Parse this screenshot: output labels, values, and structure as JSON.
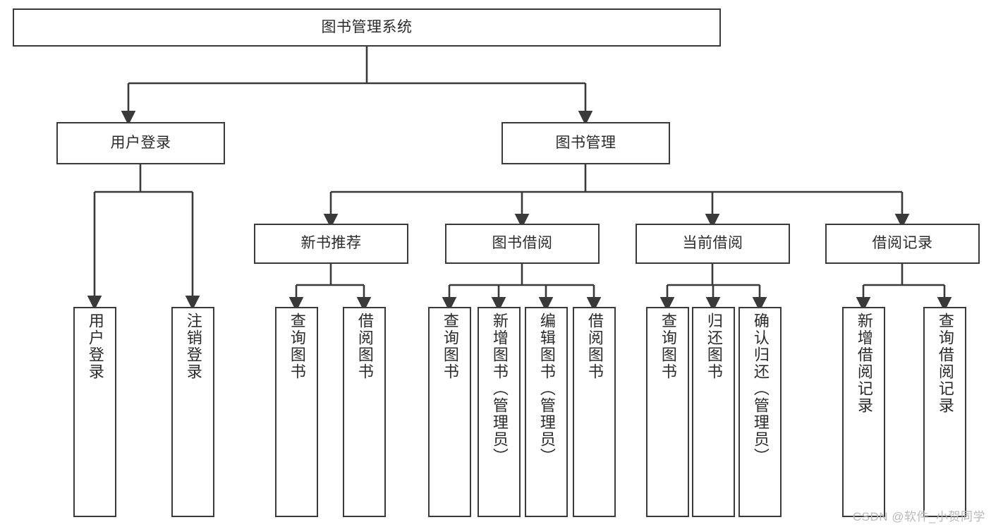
{
  "diagram": {
    "type": "tree-hierarchy-chart",
    "title": "图书管理系统",
    "stroke_color": "#3a3a3a",
    "fill_color": "#ffffff",
    "text_color": "#2b2b2b",
    "nodes": {
      "root": {
        "label": "图书管理系统"
      },
      "level2": [
        {
          "label": "用户登录"
        },
        {
          "label": "图书管理"
        }
      ],
      "level3": [
        {
          "label": "新书推荐"
        },
        {
          "label": "图书借阅"
        },
        {
          "label": "当前借阅"
        },
        {
          "label": "借阅记录"
        }
      ],
      "leaves": {
        "user_login": [
          {
            "label": "用户登录"
          },
          {
            "label": "注销登录"
          }
        ],
        "new_book_recommend": [
          {
            "label": "查询图书"
          },
          {
            "label": "借阅图书"
          }
        ],
        "book_borrow": [
          {
            "label": "查询图书"
          },
          {
            "label": "新增图书（管理员）"
          },
          {
            "label": "编辑图书（管理员）"
          },
          {
            "label": "借阅图书"
          }
        ],
        "current_borrow": [
          {
            "label": "查询图书"
          },
          {
            "label": "归还图书"
          },
          {
            "label": "确认归还（管理员）"
          }
        ],
        "borrow_records": [
          {
            "label": "新增借阅记录"
          },
          {
            "label": "查询借阅记录"
          }
        ]
      }
    }
  },
  "watermark": {
    "text": "CSDN @软件_小贺同学",
    "color": "#b9b9b9"
  }
}
